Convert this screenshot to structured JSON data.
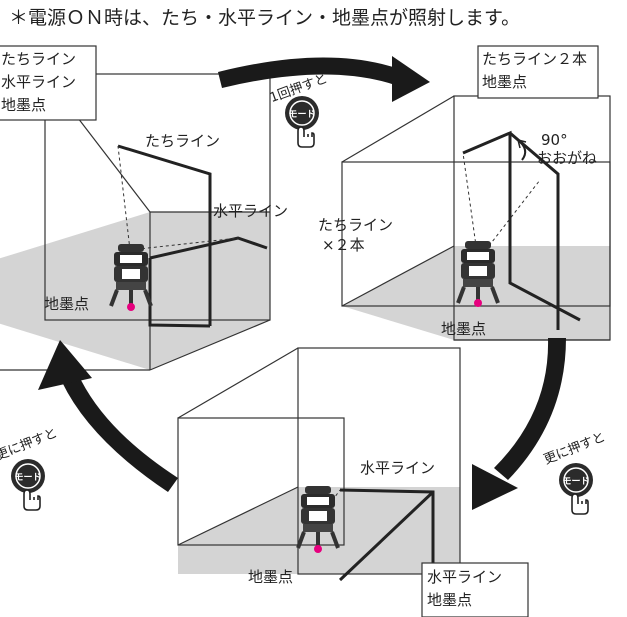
{
  "header": "＊電源ＯＮ時は、たち・水平ライン・地墨点が照射します。",
  "arrow_button_label": "モード",
  "press_once": "1回押すと",
  "press_more_left": "更に押すと",
  "press_more_right": "更に押すと",
  "box1_lines": [
    "たちライン",
    "水平ライン",
    "地墨点"
  ],
  "box2_lines": [
    "たちライン２本",
    "地墨点"
  ],
  "box3_lines": [
    "水平ライン",
    "地墨点"
  ],
  "p1": {
    "vertical": "たちライン",
    "horizontal": "水平ライン",
    "point": "地墨点"
  },
  "p2": {
    "vertical": "たちライン",
    "times": "×２本",
    "angle": "90°",
    "approx": "おおがね",
    "point": "地墨点"
  },
  "p3": {
    "horizontal": "水平ライン",
    "point": "地墨点"
  },
  "colors": {
    "line": "#222222",
    "floor": "#d4d4d4",
    "laser_point": "#e6007e",
    "arrow": "#1a1a1a"
  },
  "icons": [
    "curved-arrow-icon",
    "mode-button-icon",
    "hand-pointer-icon",
    "laser-level-icon"
  ]
}
